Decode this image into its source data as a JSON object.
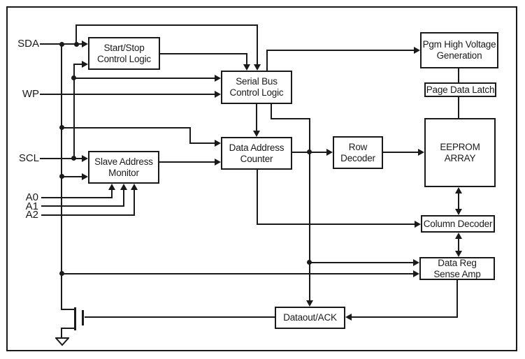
{
  "pins": {
    "sda": "SDA",
    "wp": "WP",
    "scl": "SCL",
    "a0": "A0",
    "a1": "A1",
    "a2": "A2"
  },
  "blocks": {
    "start_stop": "Start/Stop\nControl Logic",
    "serial_bus": "Serial Bus\nControl Logic",
    "slave_address": "Slave Address\nMonitor",
    "data_address": "Data Address\nCounter",
    "row_decoder": "Row\nDecoder",
    "pgm_hv": "Pgm High Voltage\nGeneration",
    "page_latch": "Page Data Latch",
    "eeprom": "EEPROM\nARRAY",
    "column_decoder": "Column Decoder",
    "data_reg": "Data Reg\nSense Amp",
    "dataout": "Dataout/ACK"
  },
  "colors": {
    "line": "#1a1a1a",
    "background": "#ffffff"
  }
}
